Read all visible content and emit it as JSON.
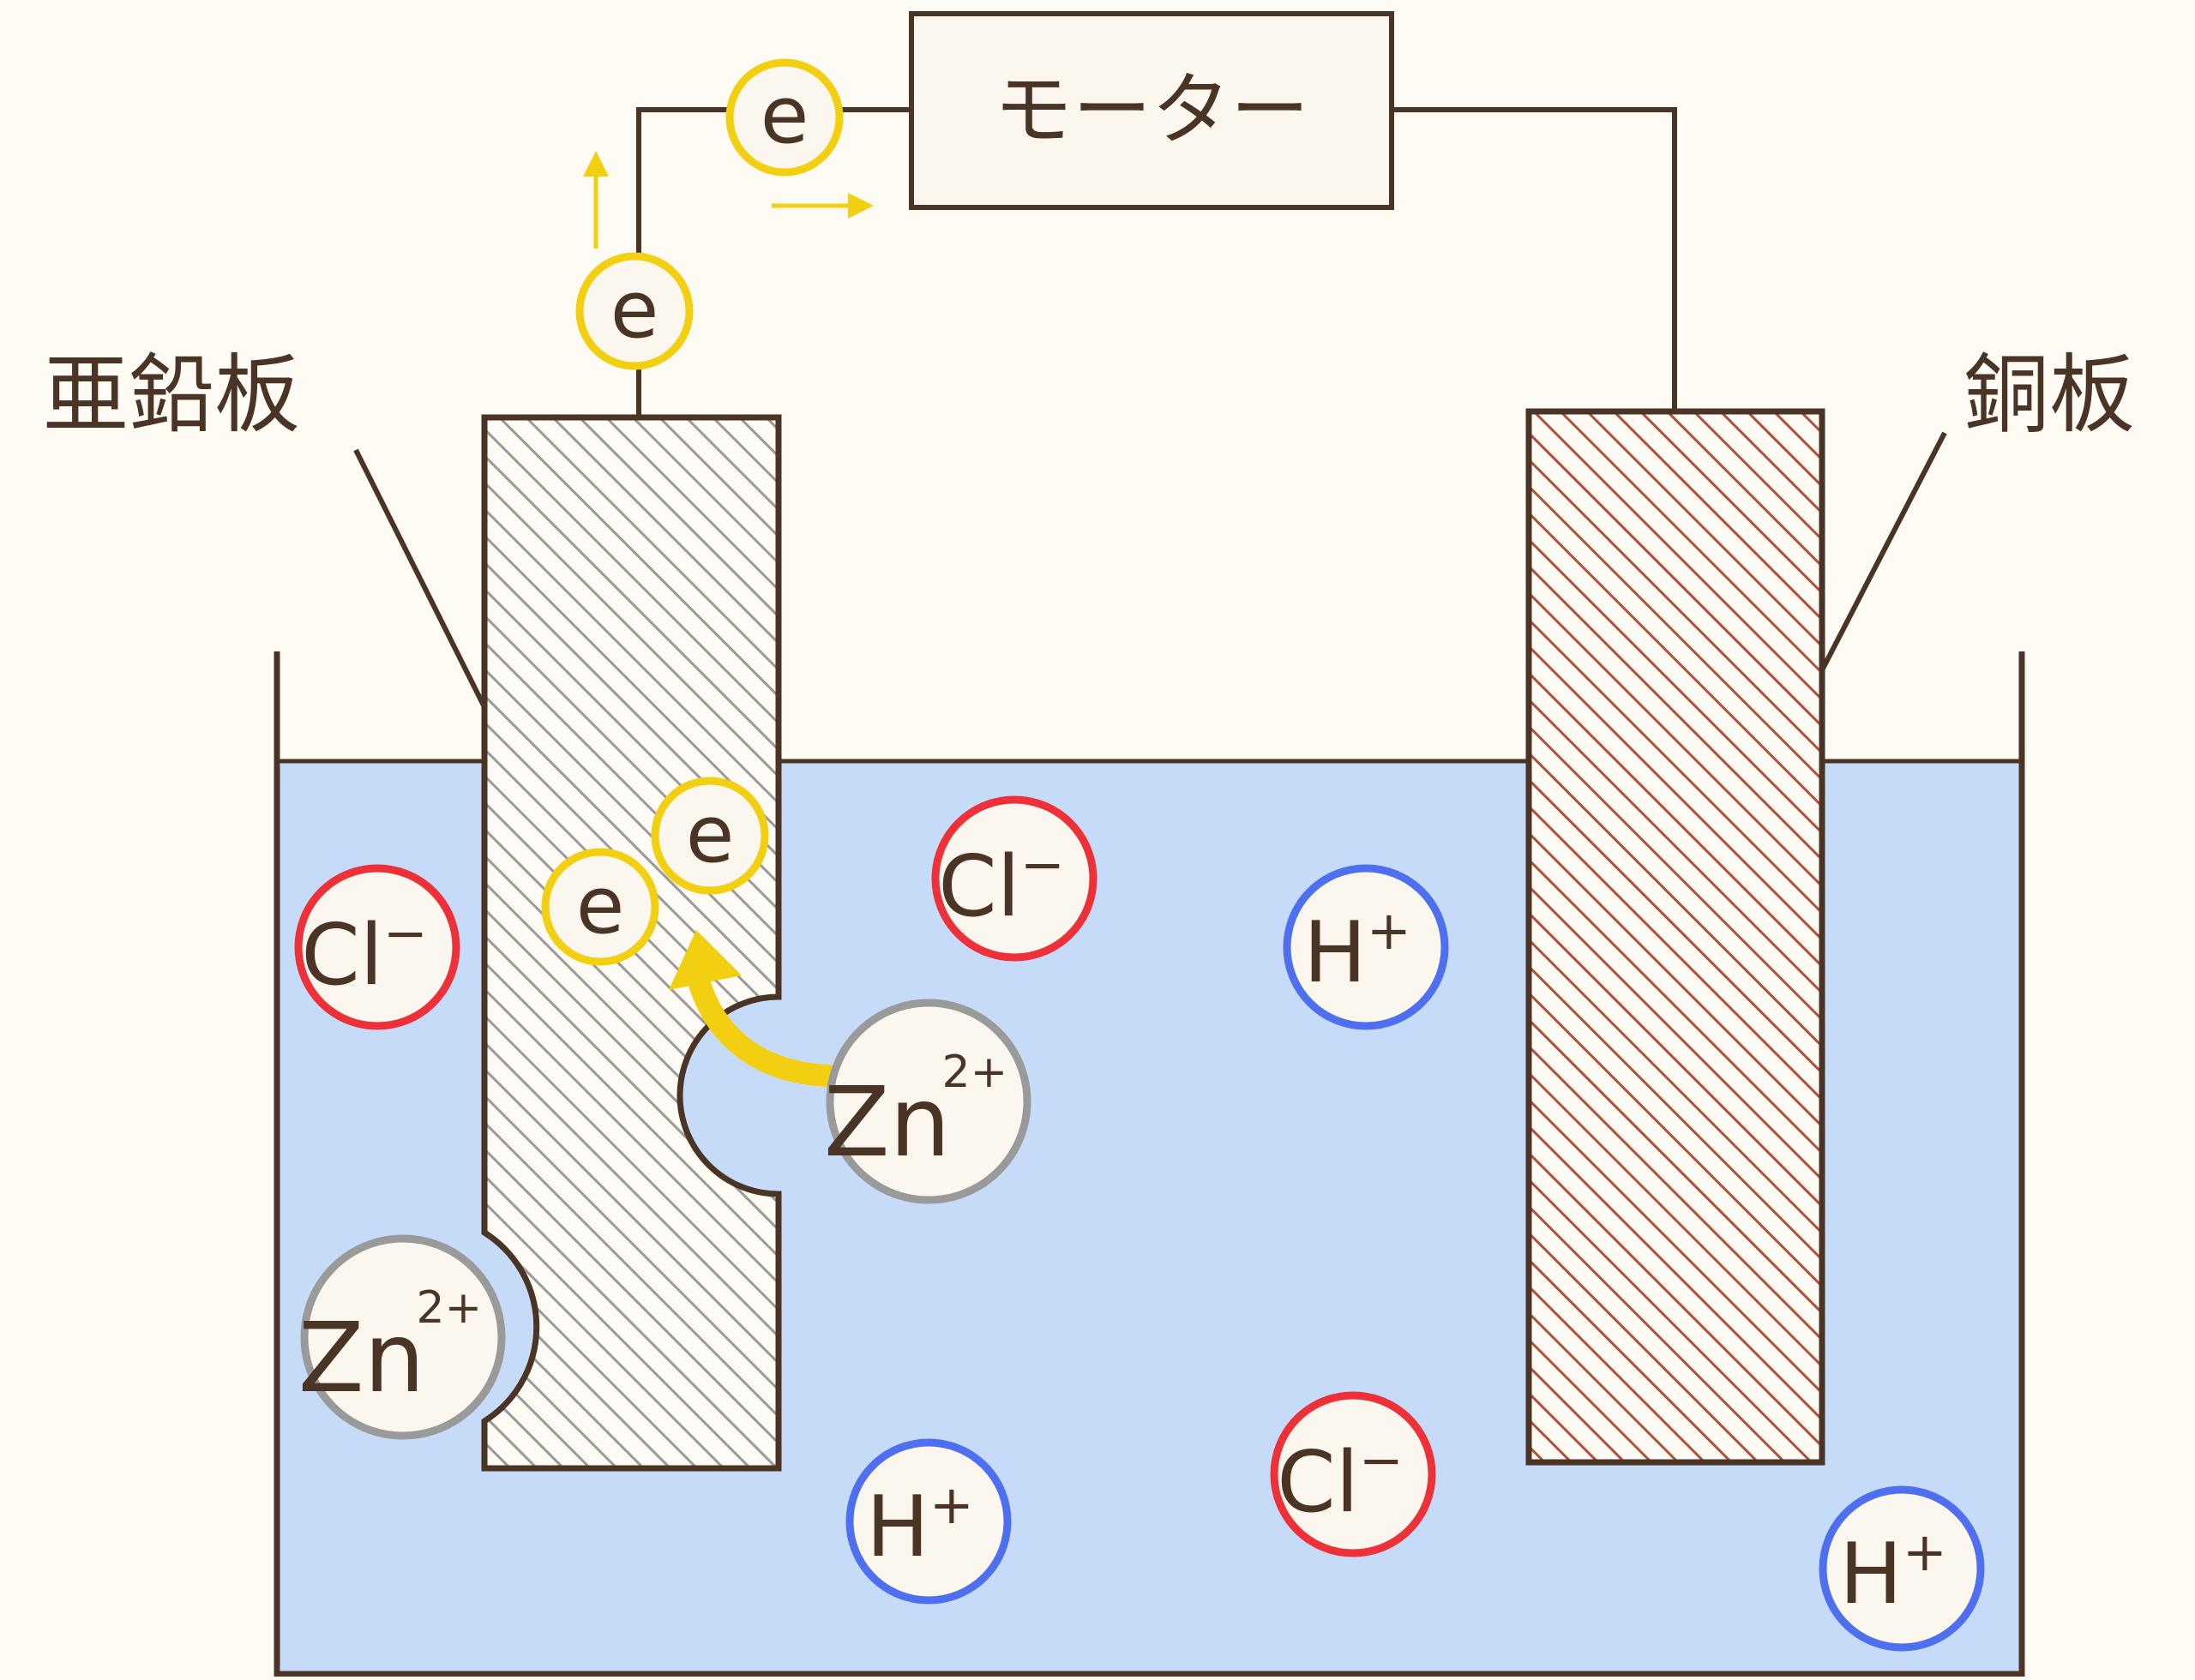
{
  "labels": {
    "motor": "モーター",
    "zinc_plate": "亜鉛板",
    "copper_plate": "銅板"
  },
  "particles": {
    "electron": "e",
    "chloride": "Cl",
    "chloride_charge": "−",
    "hydrogen": "H",
    "hydrogen_charge": "+",
    "zinc_ion": "Zn",
    "zinc_ion_charge": "2+"
  },
  "colors": {
    "background": "#fdfbf4",
    "outline": "#4a3426",
    "solution": "#c6dbf7",
    "electron_ring": "#f2cf10",
    "chloride_ring": "#ee3138",
    "hydrogen_ring": "#4d6ff0",
    "zinc_ring": "#9a9a9a",
    "zinc_hatch": "#9a9a9a",
    "copper_hatch": "#b0503a",
    "arrow": "#f2cf10"
  }
}
